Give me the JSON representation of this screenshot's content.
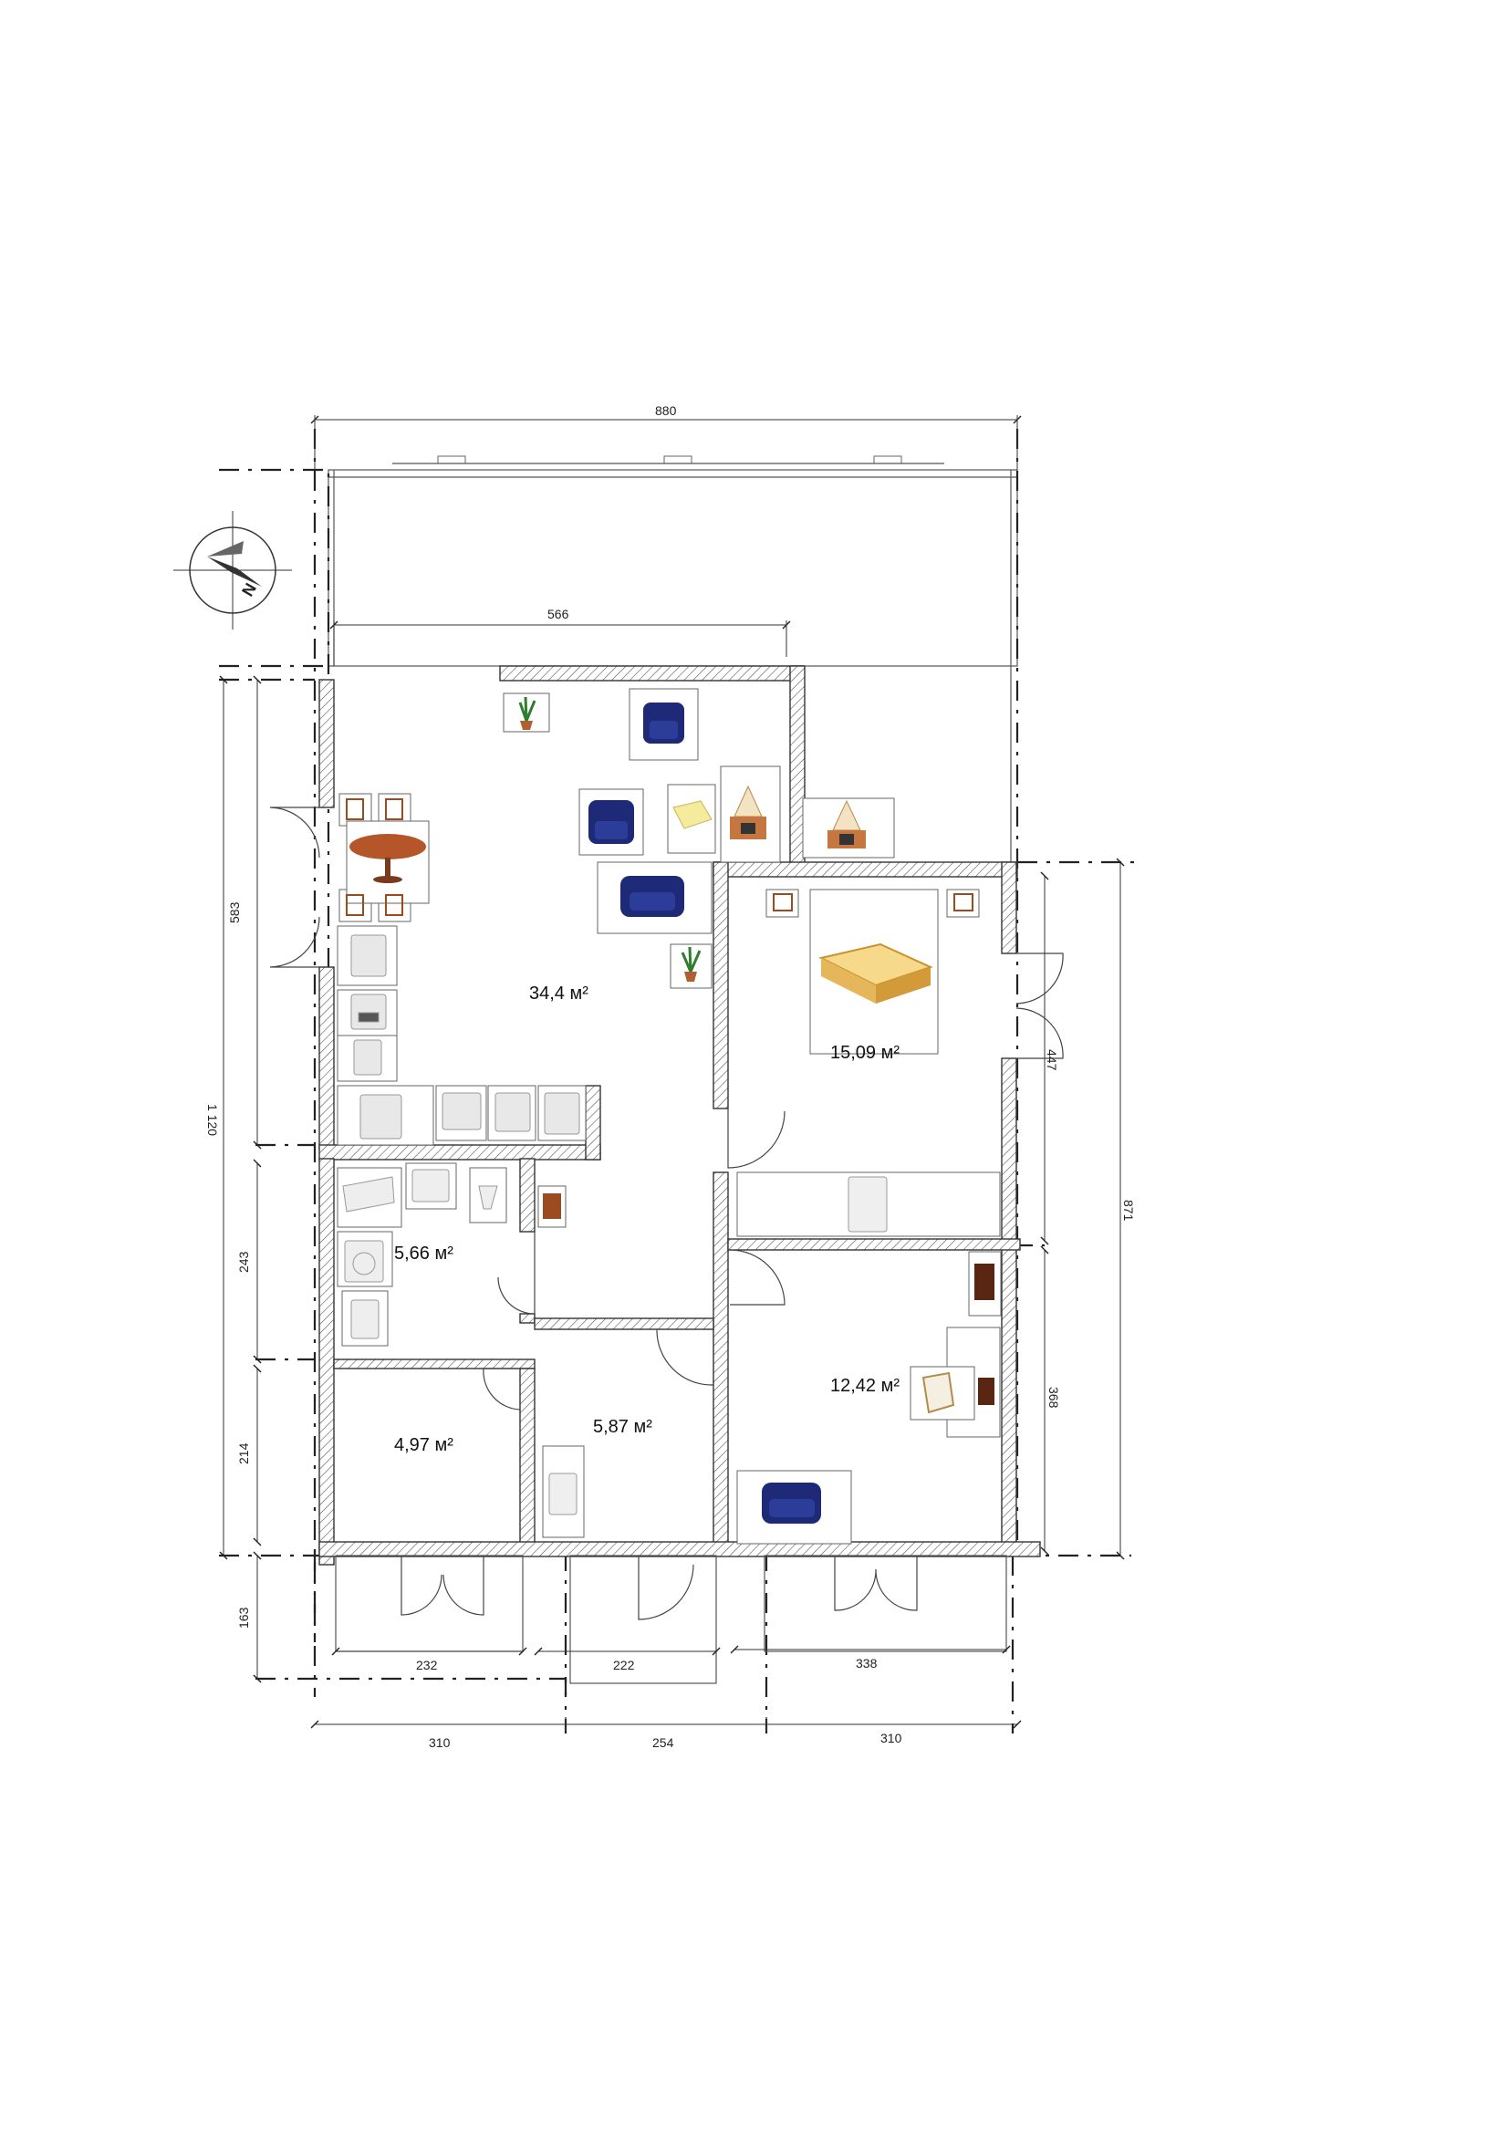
{
  "dimensions": {
    "overall_width": "880",
    "living_width": "566",
    "overall_height": "1 120",
    "left_583": "583",
    "left_243": "243",
    "left_214": "214",
    "left_163": "163",
    "right_871": "871",
    "right_447": "447",
    "right_368": "368",
    "porch_232": "232",
    "porch_222": "222",
    "porch_338": "338",
    "bottom_310_left": "310",
    "bottom_254": "254",
    "bottom_310_right": "310"
  },
  "rooms": {
    "living_area": "34,4 м²",
    "bedroom_large_area": "15,09 м²",
    "bathroom_area": "5,66 м²",
    "room_small_area": "4,97 м²",
    "hall_area": "5,87 м²",
    "bedroom_small_area": "12,42 м²"
  },
  "compass": {
    "north_label": "N"
  },
  "colors": {
    "wall_hatch": "#333333",
    "sofa": "#1e2a78",
    "table": "#b5562a",
    "bed": "#e6b75a",
    "plant": "#2f7d2f",
    "brick": "#c6773f"
  }
}
